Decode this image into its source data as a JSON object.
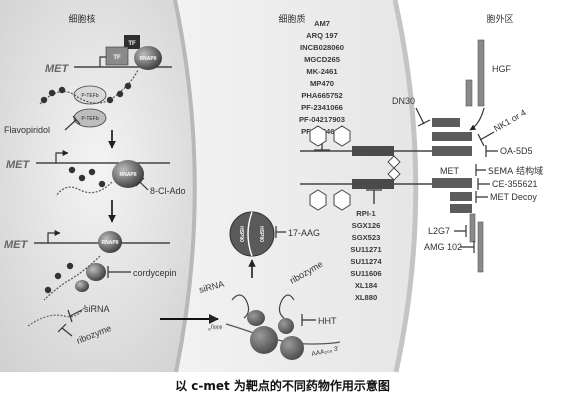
{
  "compartments": {
    "nucleus": "细胞核",
    "cytoplasm": "细胞质",
    "extracellular": "胞外区"
  },
  "gene": "MET",
  "nucleus": {
    "tf": "TF",
    "rnap": "RNAPII",
    "ptefb": "P-TEFb",
    "drugs": {
      "flavopiridol": "Flavopiridol",
      "chloroado": "8-Cl-Ado",
      "cordycepin": "cordycepin",
      "sirna": "siRNA",
      "ribozyme": "ribozyme"
    }
  },
  "cytoplasm": {
    "inhibitors_top": [
      "AM7",
      "ARQ 197",
      "INCB028060",
      "MGCD265",
      "MK-2461",
      "MP470",
      "PHA665752",
      "PF-2341066",
      "PF-04217903",
      "PF-4254644"
    ],
    "inhibitors_bottom": [
      "RPI-1",
      "SGX126",
      "SGX523",
      "SU11271",
      "SU11274",
      "SU11606",
      "XL184",
      "XL880"
    ],
    "hsp": "HSP90",
    "hsp_drug": "17-AAG",
    "sirna": "siRNA",
    "ribozyme": "ribozyme",
    "hht": "HHT",
    "polya": "AAA₂₀₀ 3'"
  },
  "extracellular": {
    "hgf": "HGF",
    "dn30": "DN30",
    "nk": "NK1 or 4",
    "oa5d5": "OA-5D5",
    "met": "MET",
    "sema": "SEMA 结构域",
    "ce": "CE-355621",
    "decoy": "MET Decoy",
    "l2g7": "L2G7",
    "amg": "AMG 102"
  },
  "caption": "以 c-met 为靶点的不同药物作用示意图"
}
